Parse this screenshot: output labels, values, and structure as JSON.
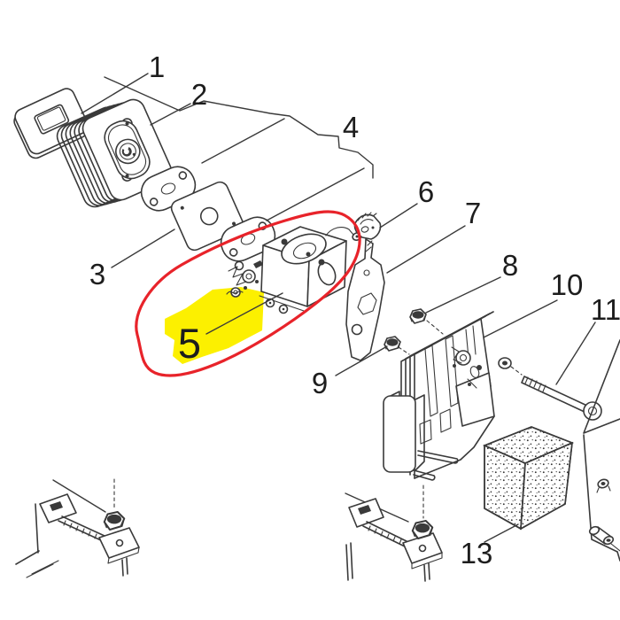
{
  "diagram": {
    "background_color": "#ffffff",
    "line_color": "#3a3a3a",
    "callouts": [
      {
        "label": "1"
      },
      {
        "label": "2"
      },
      {
        "label": "3"
      },
      {
        "label": "4"
      },
      {
        "label": "5"
      },
      {
        "label": "6"
      },
      {
        "label": "7"
      },
      {
        "label": "8"
      },
      {
        "label": "9"
      },
      {
        "label": "10"
      },
      {
        "label": "11"
      },
      {
        "label": "13"
      }
    ],
    "highlight": {
      "ellipse_color": "#e8232a",
      "marker_fill": "#fcf000",
      "highlighted_label": "5"
    }
  }
}
